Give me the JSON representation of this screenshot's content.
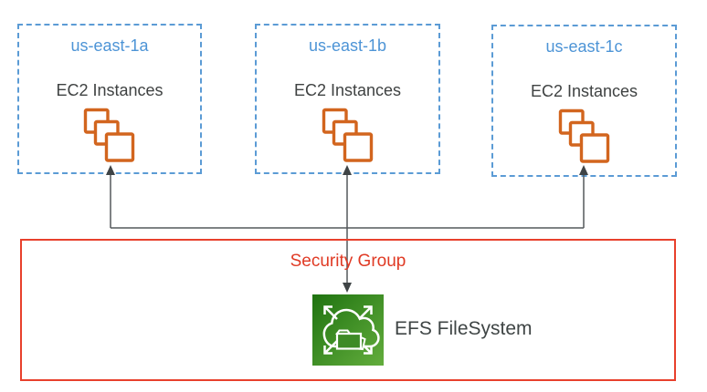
{
  "zones": [
    {
      "name": "us-east-1a",
      "label": "EC2 Instances"
    },
    {
      "name": "us-east-1b",
      "label": "EC2 Instances"
    },
    {
      "name": "us-east-1c",
      "label": "EC2 Instances"
    }
  ],
  "security_group": {
    "label": "Security Group"
  },
  "efs": {
    "label": "EFS FileSystem"
  },
  "icons": {
    "ec2": "ec2-stacked-instances-icon",
    "efs": "efs-service-icon",
    "connectors": "bidirectional-arrow-connectors"
  },
  "colors": {
    "az_border": "#5B9BD5",
    "az_title_text": "#4D94D6",
    "body_text": "#3F4242",
    "ec2_icon_orange": "#D2651E",
    "connector_gray": "#54585B",
    "security_group_border": "#E8402C",
    "security_group_text": "#E03A24",
    "efs_green_dark": "#1F7310",
    "efs_green_light": "#63AD3D"
  }
}
